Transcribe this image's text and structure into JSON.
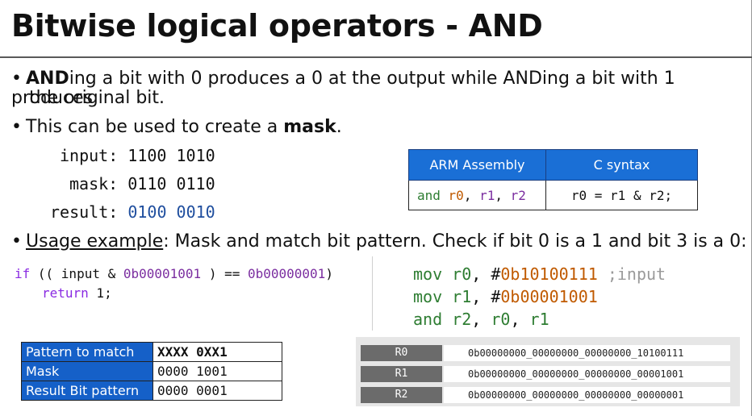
{
  "title": "Bitwise logical operators - AND",
  "bullets": {
    "b1_strong": "AND",
    "b1_rest": "ing a bit with 0 produces a 0 at the output while ANDing a bit with 1 produces",
    "b1_line2": "the original bit.",
    "b2_pre": "This can be used to create a ",
    "b2_strong": "mask",
    "b2_post": ".",
    "b3_link": "Usage example",
    "b3_rest": ": Mask and match bit pattern. Check if bit 0 is a 1 and bit 3 is a 0:"
  },
  "binary_example": {
    "input_label": "input:",
    "input_value": "1100 1010",
    "mask_label": "mask:",
    "mask_value": "0110 0110",
    "result_label": "result:",
    "result_value": "0100 0010"
  },
  "asm_table": {
    "headers": [
      "ARM Assembly",
      "C syntax"
    ],
    "asm_mnemonic": "and",
    "asm_r0": "r0",
    "asm_r1": "r1",
    "asm_r2": "r2",
    "c_code": "r0 = r1 & r2;"
  },
  "c_code": {
    "line1_if": "if",
    "line1_a": " (( input & ",
    "line1_num1": "0b00001001",
    "line1_b": " ) == ",
    "line1_num2": "0b00000001",
    "line1_c": ")",
    "line2_return": "return",
    "line2_rest": " 1;"
  },
  "asm_code": {
    "l1_mn": "mov",
    "l1_reg": "r0",
    "l1_sep": ", #",
    "l1_imm": "0b10100111",
    "l1_cmt": " ;input",
    "l2_mn": "mov",
    "l2_reg": "r1",
    "l2_sep": ", #",
    "l2_imm": "0b00001001",
    "l3_mn": "and",
    "l3_reg1": "r2",
    "l3_reg2": "r0",
    "l3_reg3": "r1",
    "comma": ", "
  },
  "pattern_table": [
    {
      "label": "Pattern to match",
      "value": "XXXX 0XX1"
    },
    {
      "label": "Mask",
      "value": "0000 1001"
    },
    {
      "label": "Result Bit pattern",
      "value": "0000 0001"
    }
  ],
  "registers": [
    {
      "name": "R0",
      "value": "0b00000000_00000000_00000000_10100111"
    },
    {
      "name": "R1",
      "value": "0b00000000_00000000_00000000_00001001"
    },
    {
      "name": "R2",
      "value": "0b00000000_00000000_00000000_00000001"
    }
  ],
  "colors": {
    "table_header": "#1a6fd6",
    "pattern_label_bg": "#1560c8",
    "result_blue": "#1f4e9e",
    "mnemonic_green": "#2e7d32",
    "immediate_orange": "#c05a00",
    "c_keyword_purple": "#8a2be2"
  }
}
